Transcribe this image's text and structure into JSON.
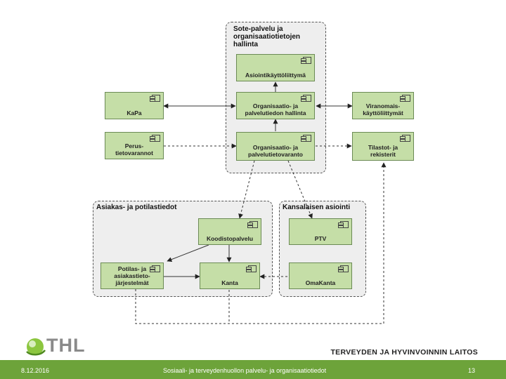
{
  "groups": {
    "sote": "Sote-palvelu ja\norganisaatiotietojen hallinta",
    "asiakas": "Asiakas- ja potilastiedot",
    "kansalaisen": "Kansalaisen asiointi"
  },
  "components": {
    "asiointikayttoliittyma": "Asiointikäyttöliittymä",
    "kapa": "KaPa",
    "organisaatio_hallinta": "Organisaatio- ja\npalvelutiedon hallinta",
    "viranomais": "Viranomais-\nkäyttöliittymät",
    "perustietovarannot": "Perus-\ntietovarannot",
    "organisaatio_tietovaranto": "Organisaatio- ja\npalvelutietovaranto",
    "tilastot": "Tilastot- ja\nrekisterit",
    "koodistopalvelu": "Koodistopalvelu",
    "ptv": "PTV",
    "potilas": "Potilas- ja\nasiakastieto-\njärjestelmät",
    "kanta": "Kanta",
    "omakanta": "OmaKanta"
  },
  "footer": {
    "date": "8.12.2016",
    "title": "Sosiaali- ja terveydenhuollon palvelu- ja organisaatiotiedot",
    "page": "13"
  },
  "branding": {
    "logo_text": "THL",
    "institute": "TERVEYDEN JA HYVINVOINNIN LAITOS"
  },
  "colors": {
    "component_fill": "#c5dea7",
    "group_fill": "#eeeeee",
    "footer_bar": "#6da33a"
  }
}
